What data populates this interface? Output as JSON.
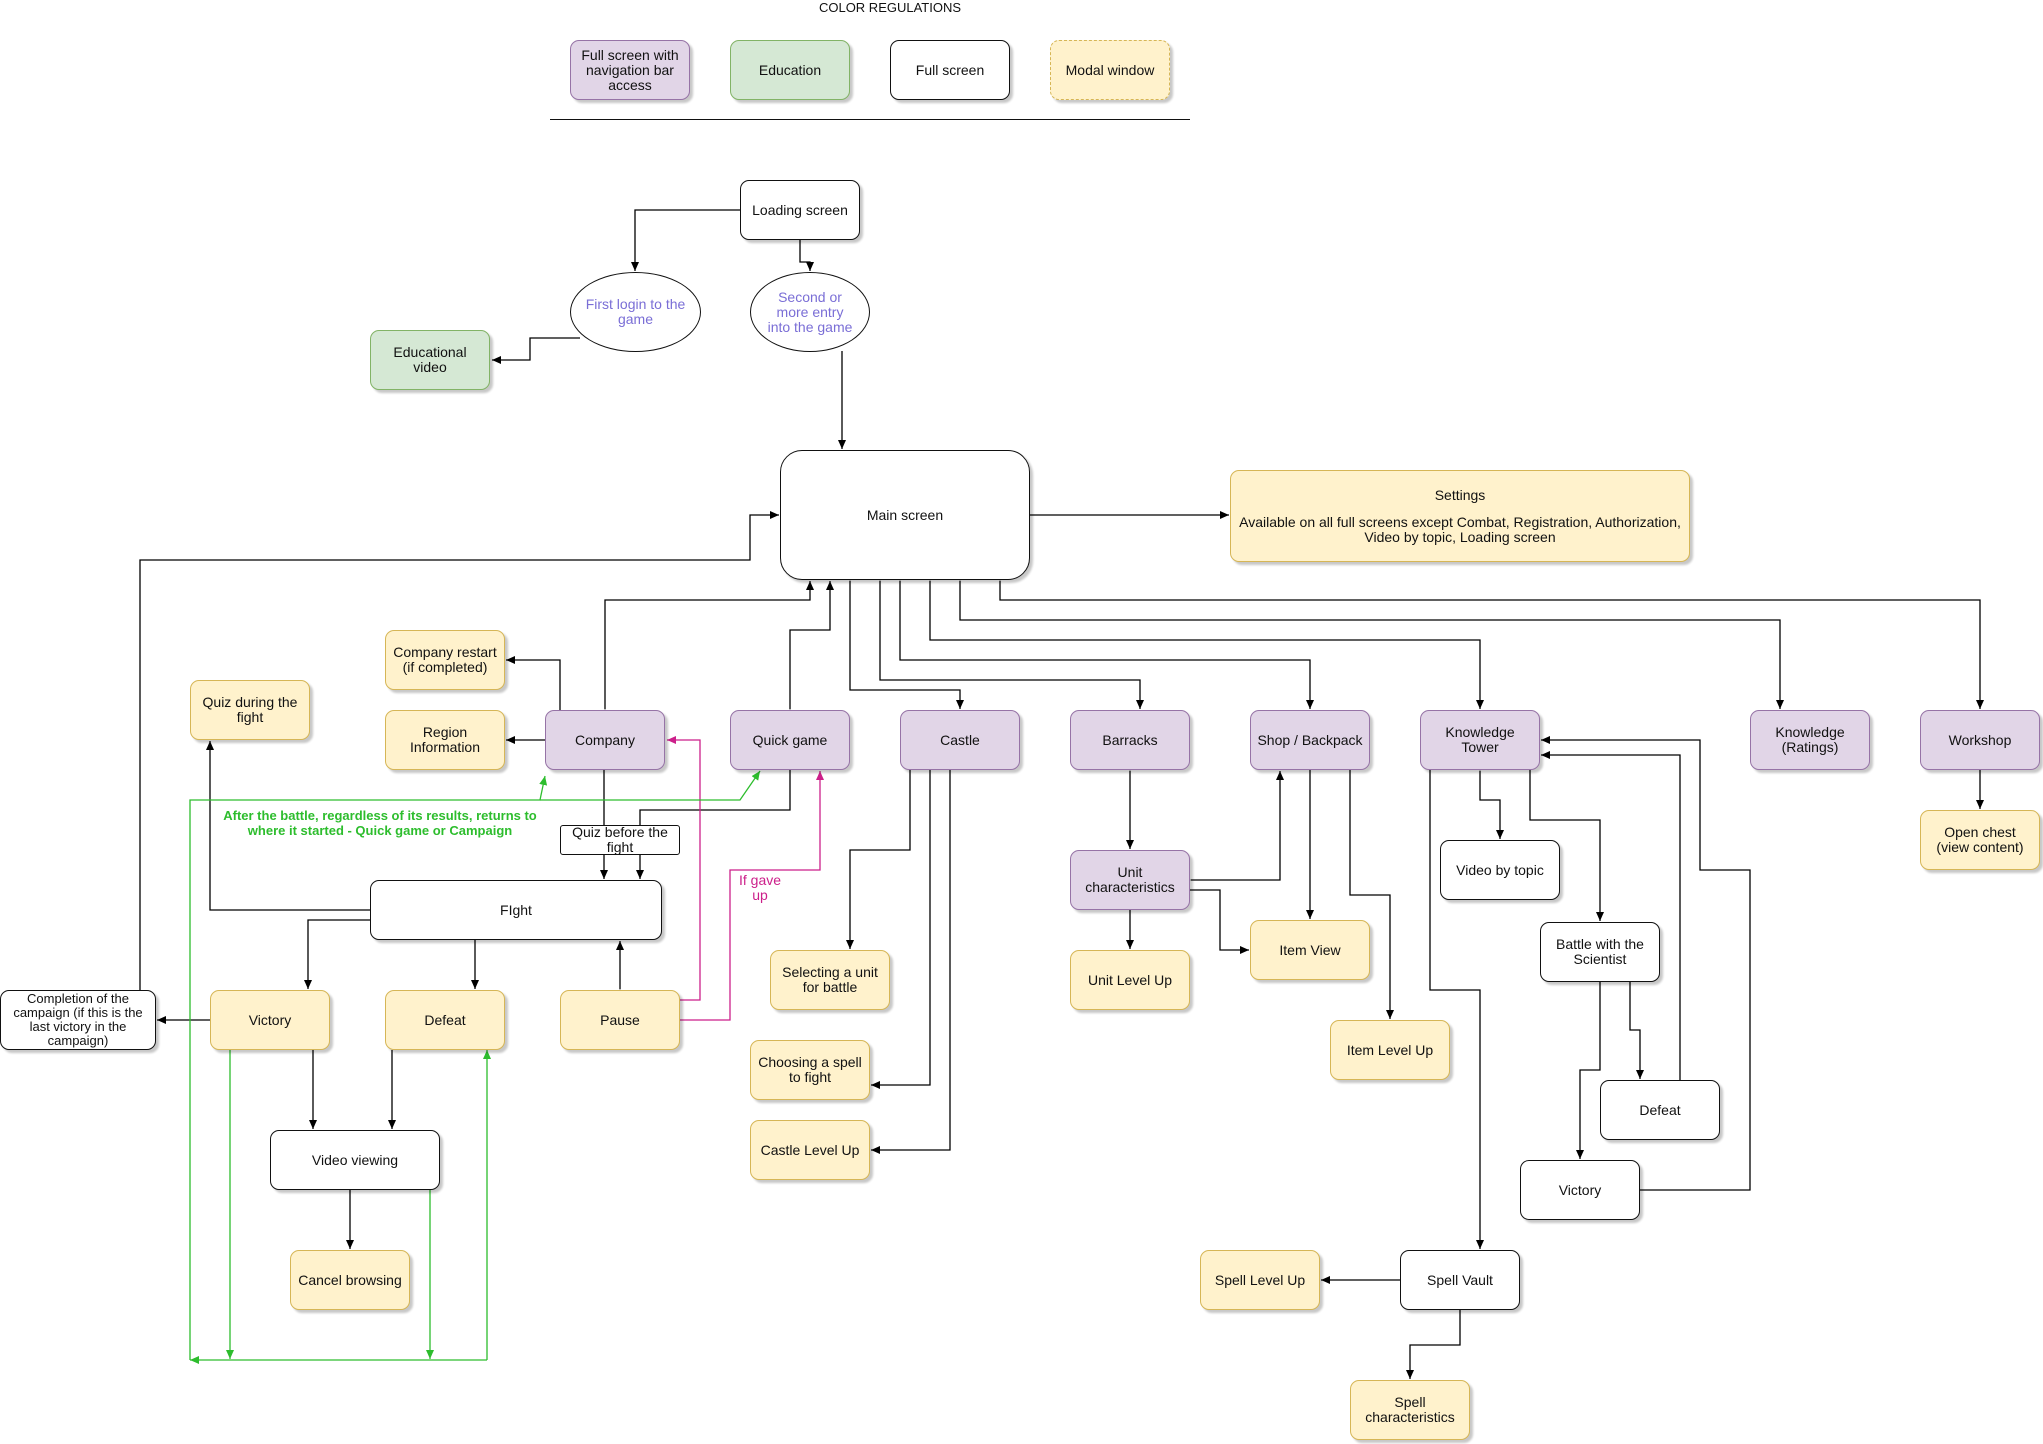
{
  "legend": {
    "title": "COLOR REGULATIONS",
    "items": [
      {
        "label": "Full screen with navigation bar access",
        "kind": "purple"
      },
      {
        "label": "Education",
        "kind": "green"
      },
      {
        "label": "Full screen",
        "kind": "white"
      },
      {
        "label": "Modal window",
        "kind": "yellow"
      }
    ]
  },
  "nodes": {
    "loading": "Loading screen",
    "first_login": "First login to the game",
    "second_entry": "Second or more entry into the game",
    "edu_video": "Educational video",
    "main": "Main screen",
    "settings_title": "Settings",
    "settings_text": "Available on all full screens except Combat, Registration, Authorization, Video by topic, Loading screen",
    "company_restart": "Company restart (if completed)",
    "region_info": "Region Information",
    "quiz_during": "Quiz during the fight",
    "company": "Company",
    "quick_game": "Quick game",
    "castle": "Castle",
    "barracks": "Barracks",
    "shop": "Shop / Backpack",
    "knowledge_tower": "Knowledge Tower",
    "knowledge_ratings": "Knowledge (Ratings)",
    "workshop": "Workshop",
    "open_chest": "Open chest (view content)",
    "quiz_before": "Quiz before the fight",
    "fight": "FIght",
    "victory": "Victory",
    "defeat": "Defeat",
    "pause": "Pause",
    "completion": "Completion of the campaign (if this is the last victory in the campaign)",
    "video_viewing": "Video viewing",
    "cancel_browsing": "Cancel browsing",
    "select_unit": "Selecting a unit for battle",
    "choose_spell": "Choosing a spell to fight",
    "castle_level": "Castle Level Up",
    "unit_chars": "Unit characteristics",
    "unit_level": "Unit Level Up",
    "item_view": "Item View",
    "item_level": "Item Level Up",
    "video_topic": "Video by topic",
    "battle_scientist": "Battle with the Scientist",
    "defeat_scientist": "Defeat",
    "victory_scientist": "Victory",
    "spell_vault": "Spell Vault",
    "spell_level": "Spell Level Up",
    "spell_chars": "Spell characteristics"
  },
  "annotations": {
    "after_battle": "After the battle, regardless of its results, returns to where it started - Quick game or Campaign",
    "gave_up": "If gave up"
  },
  "colors": {
    "arrow": "#000000",
    "green_flow": "#2dbd2d",
    "magenta_flow": "#cc1f8a",
    "ellipse_text": "#7a6ed6"
  }
}
